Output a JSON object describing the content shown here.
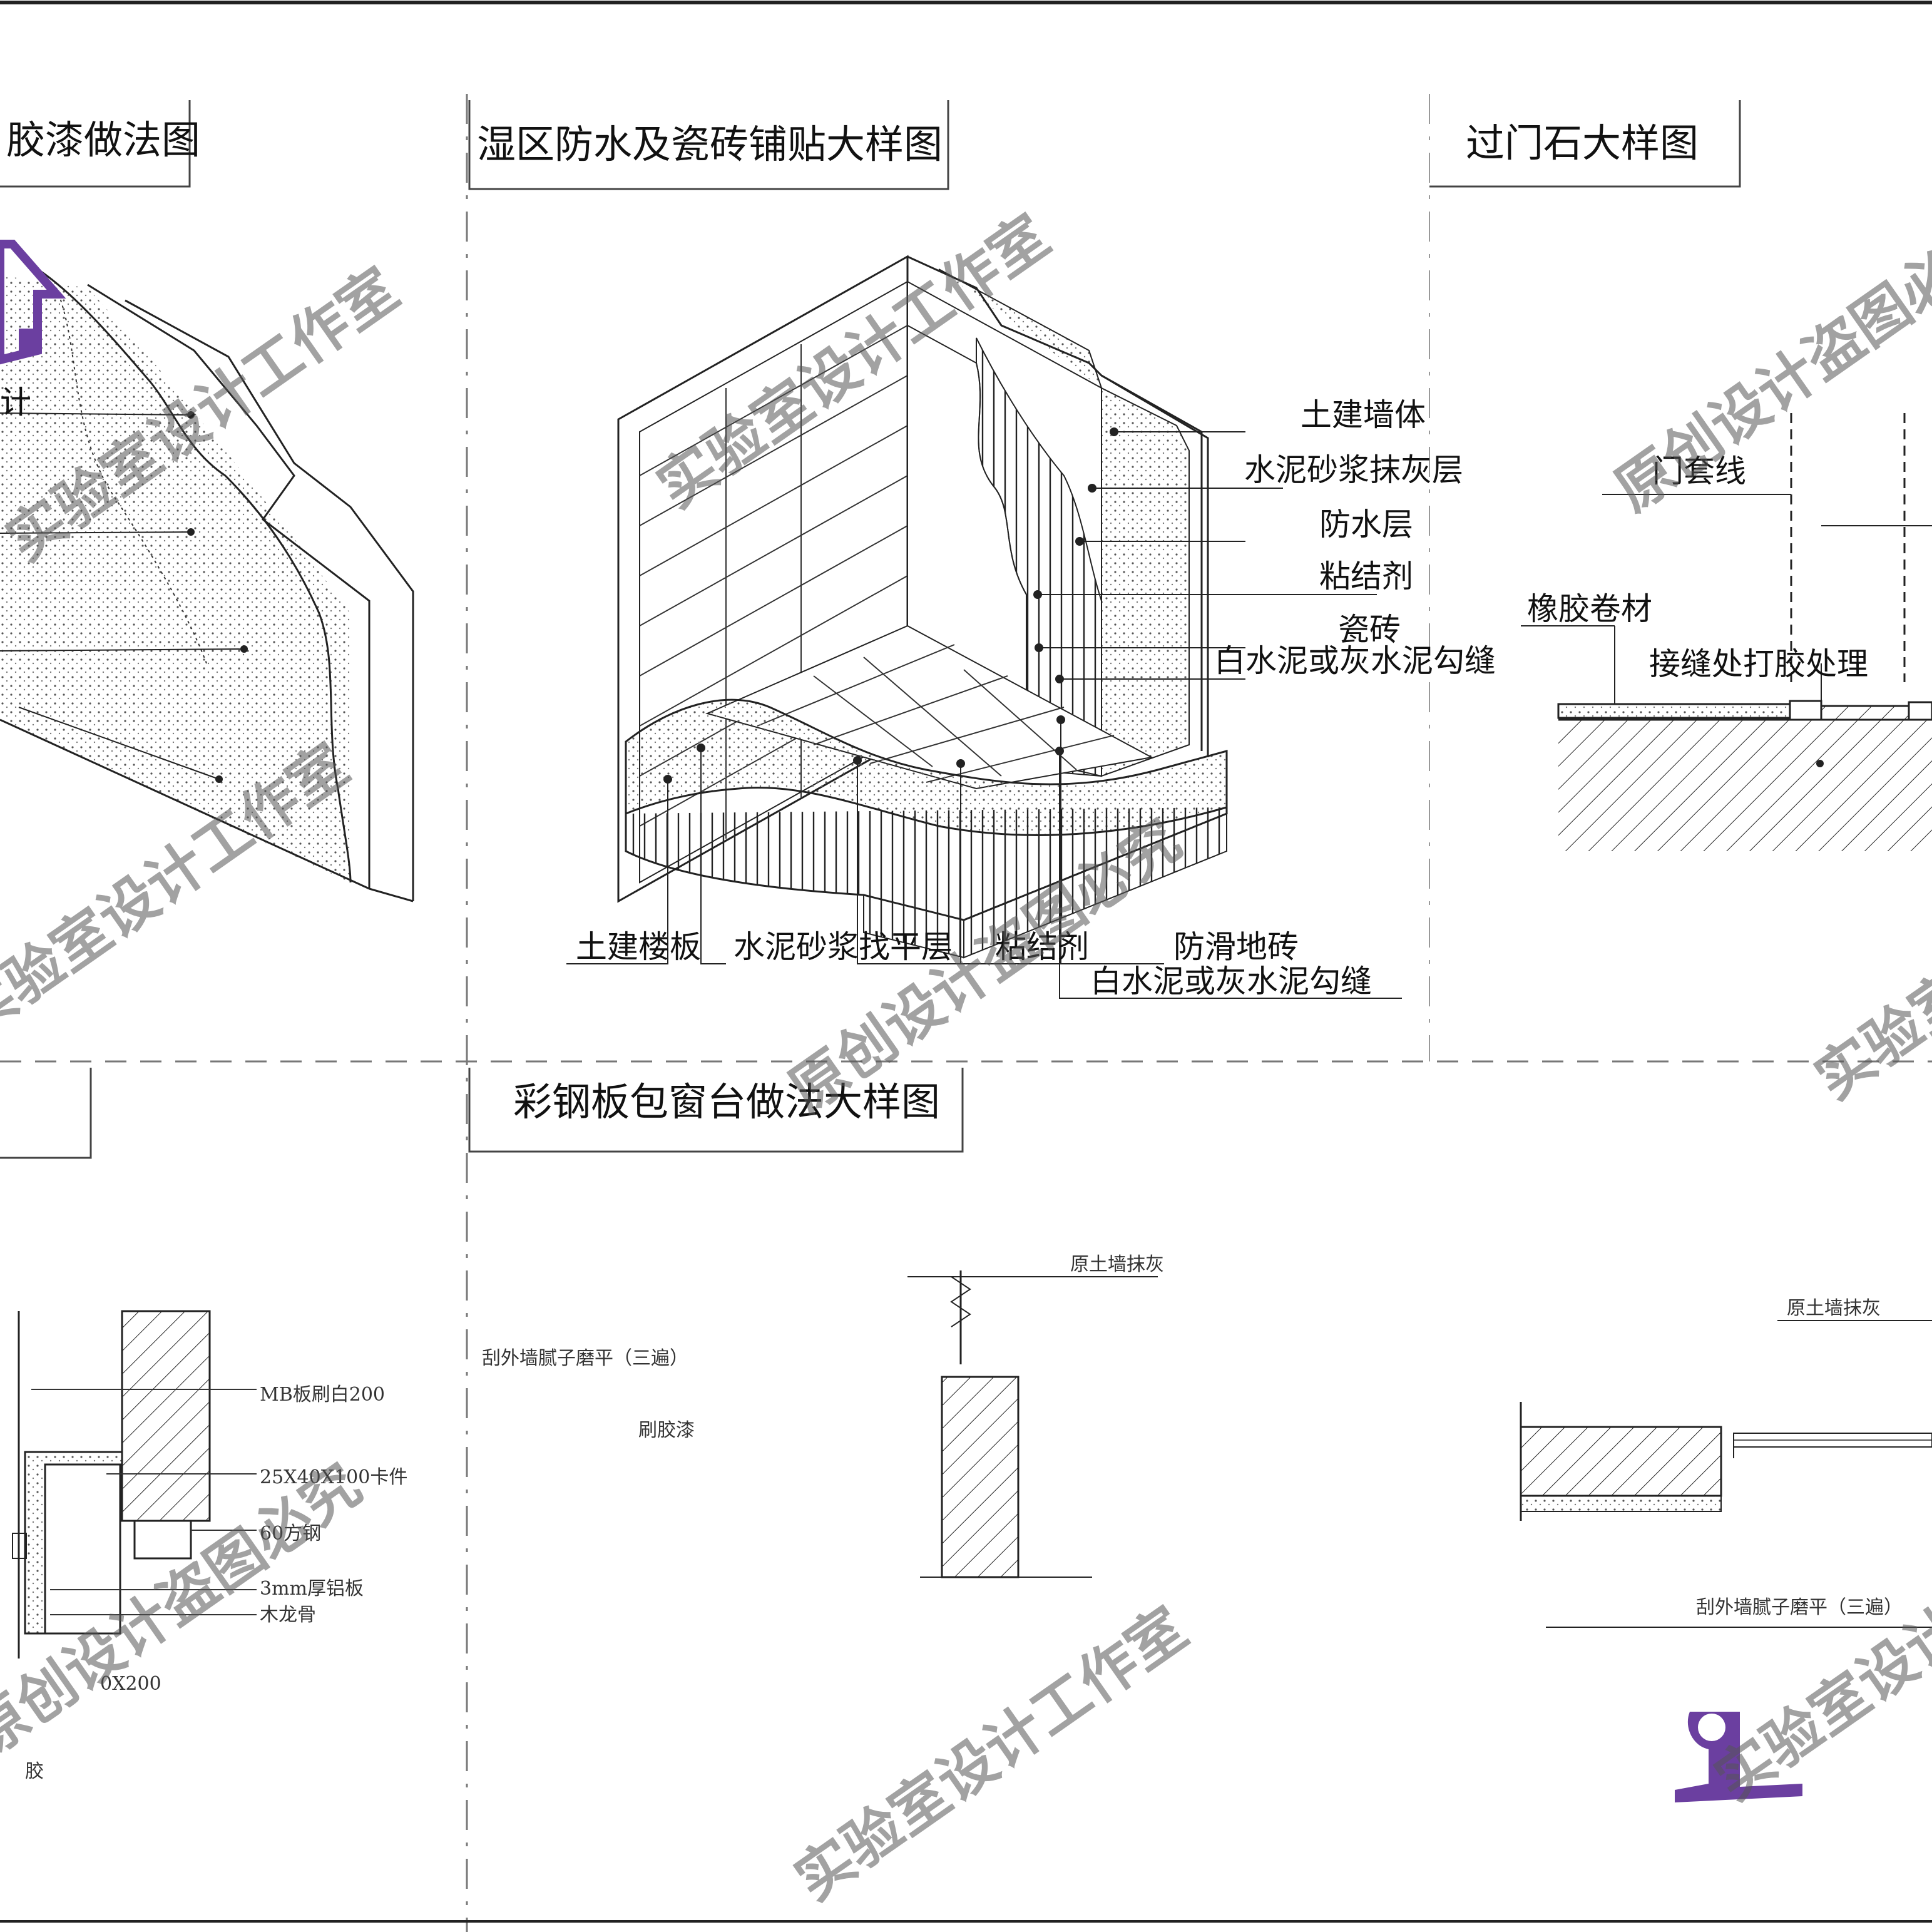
{
  "titles": {
    "paint": "胶漆做法图",
    "wet": "湿区防水及瓷砖铺贴大样图",
    "threshold": "过门石大样图",
    "steel": "彩钢板包窗台做法大样图"
  },
  "wet_wall_labels": [
    "土建墙体",
    "水泥砂浆抹灰层",
    "防水层",
    "粘结剂",
    "瓷砖",
    "白水泥或灰水泥勾缝"
  ],
  "wet_floor_labels": [
    "土建楼板",
    "水泥砂浆找平层",
    "粘结剂",
    "防滑地砖",
    "白水泥或灰水泥勾缝"
  ],
  "threshold_labels": [
    "门套线",
    "橡胶卷材",
    "接缝处打胶处理"
  ],
  "paint_partial": "计",
  "left_detail_labels": [
    "MB板刷白200",
    "25X40X100卡件",
    "60方钢",
    "3mm厚铝板",
    "木龙骨",
    "0X200",
    "胶"
  ],
  "mid_detail_labels": [
    "刮外墙腻子磨平（三遍）",
    "刷胶漆",
    "原土墙抹灰"
  ],
  "right_detail_labels": [
    "原土墙抹灰",
    "刮外墙腻子磨平（三遍）"
  ],
  "watermarks": [
    "实验室设计工作室",
    "原创设计盗图必究"
  ],
  "colors": {
    "brand": "#6b3fa0",
    "line": "#222222",
    "dash": "#777777"
  }
}
